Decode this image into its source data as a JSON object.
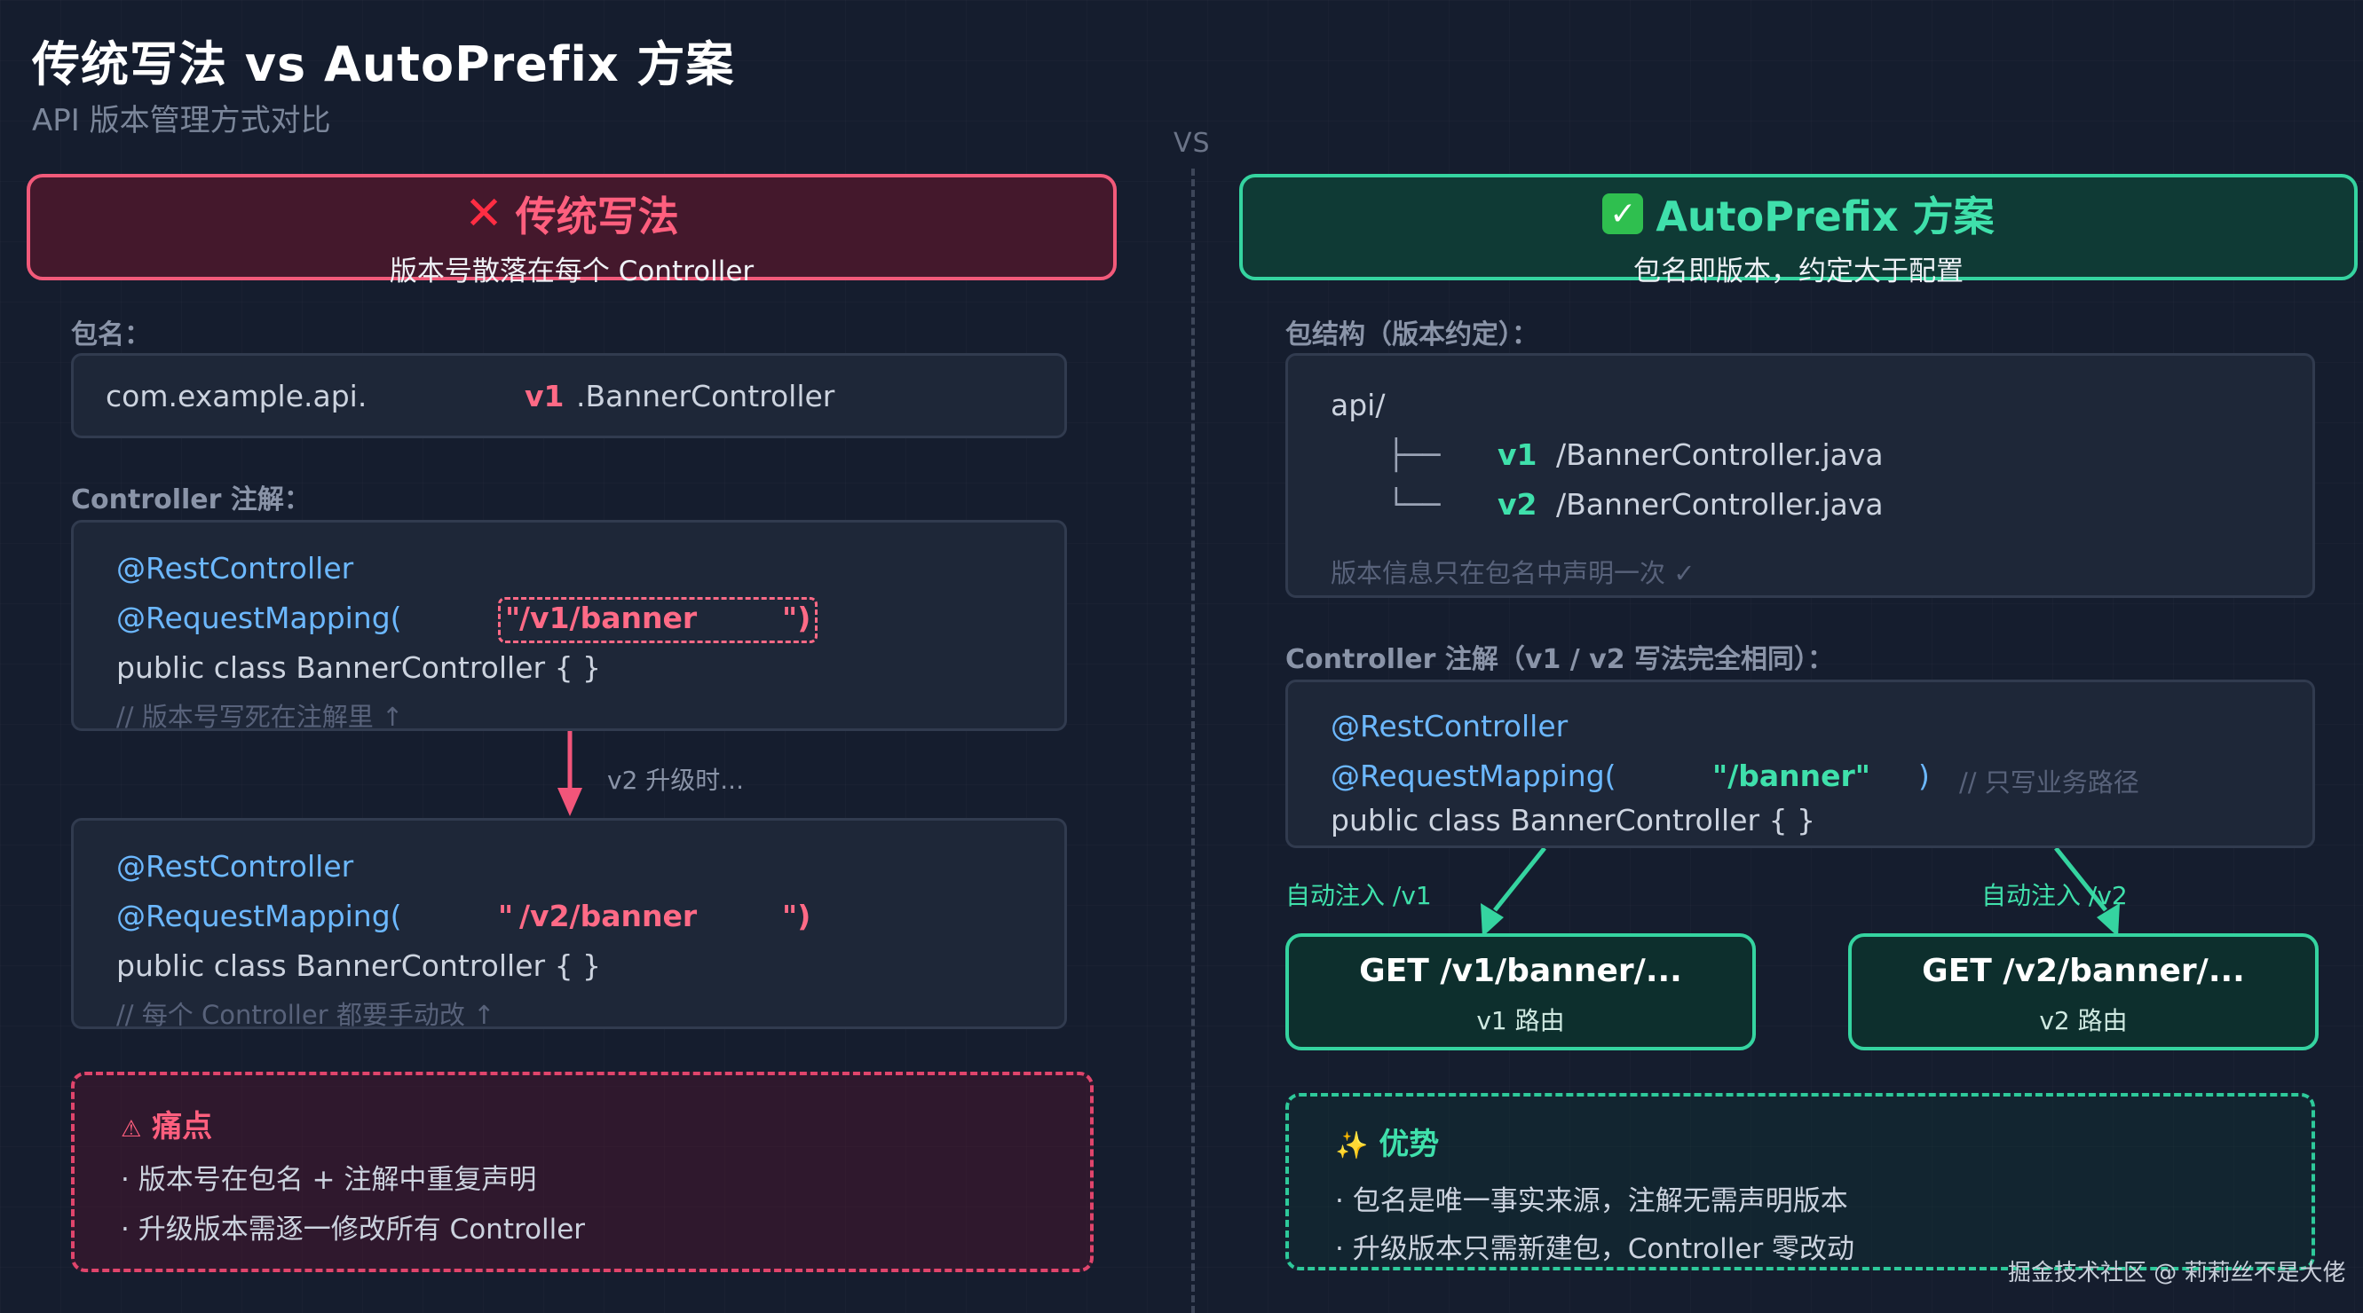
{
  "title": "传统写法 vs AutoPrefix 方案",
  "subtitle": "API 版本管理方式对比",
  "vs_label": "VS",
  "left": {
    "header_title": "传统写法",
    "header_sub": "版本号散落在每个 Controller",
    "pkg_label": "包名：",
    "pkg_prefix": "com.example.api.",
    "pkg_version": "v1",
    "pkg_suffix": ".BannerController",
    "ctrl_label": "Controller 注解：",
    "code1": {
      "line1": "@RestController",
      "line2_ann": "@RequestMapping(",
      "line2_quote": "\"",
      "line2_path": "/v1/banner",
      "line2_end": "\")",
      "line3": "public class BannerController { }",
      "comment": "// 版本号写死在注解里 ↑"
    },
    "upgrade_label": "v2 升级时...",
    "code2": {
      "line1": "@RestController",
      "line2_ann": "@RequestMapping(",
      "line2_quote": "\"",
      "line2_path": "/v2/banner",
      "line2_end": "\")",
      "line3": "public class BannerController { }",
      "comment": "// 每个 Controller 都要手动改 ↑"
    },
    "pain_title": "痛点",
    "pain_items": [
      "· 版本号在包名 + 注解中重复声明",
      "· 升级版本需逐一修改所有 Controller"
    ]
  },
  "right": {
    "header_title": "AutoPrefix 方案",
    "header_sub": "包名即版本，约定大于配置",
    "pkg_label": "包结构（版本约定）：",
    "tree": {
      "root": "api/",
      "branch1": "├──",
      "v1": "v1",
      "file1": "/BannerController.java",
      "branch2": "└──",
      "v2": "v2",
      "file2": "/BannerController.java",
      "note": "版本信息只在包名中声明一次 ✓"
    },
    "ctrl_label": "Controller 注解（v1 / v2 写法完全相同）：",
    "code": {
      "line1": "@RestController",
      "line2_ann": "@RequestMapping(",
      "line2_path": "\"/banner\"",
      "line2_end": ")",
      "line2_comment": "// 只写业务路径",
      "line3": "public class BannerController { }"
    },
    "inject_v1": "自动注入 /v1",
    "inject_v2": "自动注入 /v2",
    "route1_main": "GET /v1/banner/...",
    "route1_sub": "v1 路由",
    "route2_main": "GET /v2/banner/...",
    "route2_sub": "v2 路由",
    "adv_title": "优势",
    "adv_items": [
      "· 包名是唯一事实来源，注解无需声明版本",
      "· 升级版本只需新建包，Controller 零改动"
    ]
  },
  "watermark": "掘金技术社区 @ 莉莉丝不是大佬",
  "colors": {
    "background": "#151d2e",
    "danger": "#f25a7a",
    "success": "#35d4a0",
    "annotation": "#6cb8ff"
  }
}
